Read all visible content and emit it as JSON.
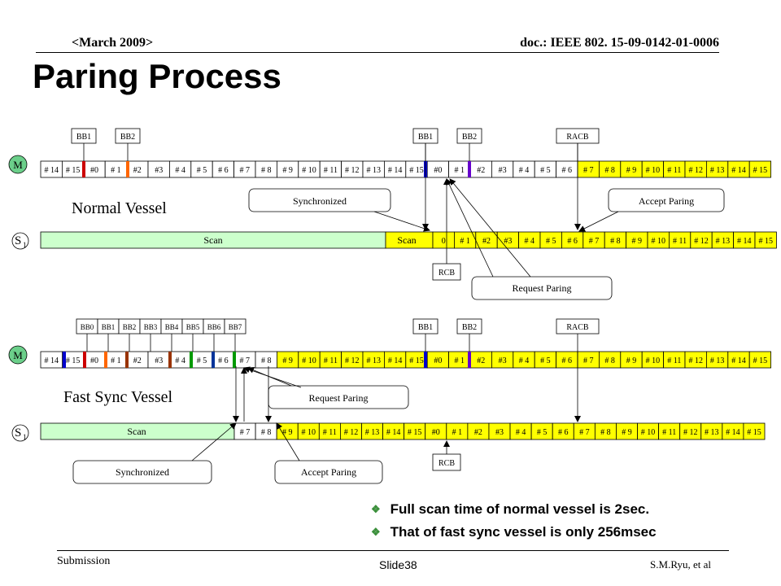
{
  "header": {
    "date": "<March 2009>",
    "doc_id": "doc.: IEEE 802. 15-09-0142-01-0006"
  },
  "title": "Paring Process",
  "footer": {
    "left": "Submission",
    "center": "Slide38",
    "right": "S.M.Ryu, et al"
  },
  "bullets": [
    "Full  scan time of normal vessel is 2sec.",
    "That of fast sync vessel is only 256msec"
  ],
  "colors": {
    "slot_yellow": "#ffff00",
    "scan_green": "#ccffcc",
    "bb1": "#cc0000",
    "bb2": "#ff6600",
    "m_circle": "#6bcf8a",
    "bb_blue": "#0000cc",
    "bb_dark_red": "#993300",
    "bb_green": "#009900",
    "bb_navy": "#003399",
    "sep_purple": "#6600cc"
  },
  "sections": [
    {
      "label": "Normal Vessel",
      "m_label": "M",
      "s_label": "S",
      "s_sub": "1",
      "beacons": [
        "BB1",
        "BB2",
        "BB1",
        "BB2",
        "RACB"
      ],
      "m_slots": [
        "# 14",
        "# 15",
        "#0",
        "# 1",
        "#2",
        "#3",
        "# 4",
        "# 5",
        "# 6",
        "# 7",
        "# 8",
        "# 9",
        "# 10",
        "# 11",
        "# 12",
        "# 13",
        "# 14",
        "# 15",
        "#0",
        "# 1",
        "#2",
        "#3",
        "# 4",
        "# 5",
        "# 6",
        "# 7",
        "# 8",
        "# 9",
        "# 10",
        "# 11",
        "# 12",
        "# 13",
        "# 14",
        "# 15"
      ],
      "s_scan": [
        "Scan",
        "Scan"
      ],
      "s_slots": [
        "0",
        "# 1",
        "#2",
        "#3",
        "# 4",
        "# 5",
        "# 6",
        "# 7",
        "# 8",
        "# 9",
        "# 10",
        "# 11",
        "# 12",
        "# 13",
        "# 14",
        "# 15"
      ],
      "callouts": [
        "Synchronized",
        "Accept Paring",
        "Request Paring"
      ],
      "rcb": "RCB"
    },
    {
      "label": "Fast Sync Vessel",
      "m_label": "M",
      "s_label": "S",
      "s_sub": "1",
      "beacons_top": [
        "BB0",
        "BB1",
        "BB2",
        "BB3",
        "BB4",
        "BB5",
        "BB6",
        "BB7"
      ],
      "beacons": [
        "BB1",
        "BB2",
        "RACB"
      ],
      "m_slots": [
        "# 14",
        "# 15",
        "#0",
        "# 1",
        "#2",
        "#3",
        "# 4",
        "# 5",
        "# 6",
        "# 7",
        "# 8",
        "# 9",
        "# 10",
        "# 11",
        "# 12",
        "# 13",
        "# 14",
        "# 15",
        "#0",
        "# 1",
        "#2",
        "#3",
        "# 4",
        "# 5",
        "# 6",
        "# 7",
        "# 8",
        "# 9",
        "# 10",
        "# 11",
        "# 12",
        "# 13",
        "# 14",
        "# 15"
      ],
      "s_scan": [
        "Scan"
      ],
      "s_slots": [
        "# 7",
        "# 8",
        "# 9",
        "# 10",
        "# 11",
        "# 12",
        "# 13",
        "# 14",
        "# 15",
        "#0",
        "# 1",
        "#2",
        "#3",
        "# 4",
        "# 5",
        "# 6",
        "# 7",
        "# 8",
        "# 9",
        "# 10",
        "# 11",
        "# 12",
        "# 13",
        "# 14",
        "# 15"
      ],
      "callouts": [
        "Request Paring",
        "Synchronized",
        "Accept Paring"
      ],
      "rcb": "RCB"
    }
  ]
}
